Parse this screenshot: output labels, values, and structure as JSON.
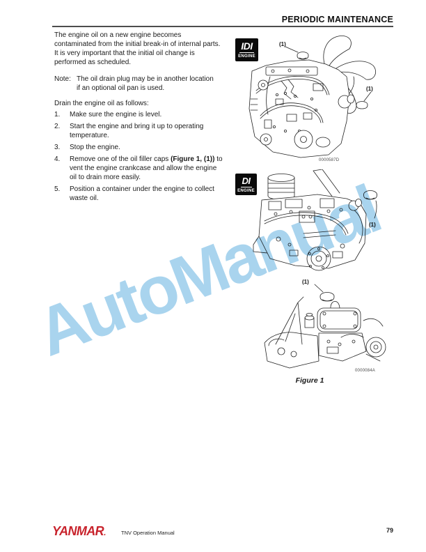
{
  "header": {
    "title": "PERIODIC MAINTENANCE"
  },
  "body": {
    "intro": "The engine oil on a new engine becomes contaminated from the initial break-in of internal parts. It is very important that the initial oil change is performed as scheduled.",
    "note_label": "Note:",
    "note_text": "The oil drain plug may be in another location if an optional oil pan is used.",
    "drain_intro": "Drain the engine oil as follows:",
    "steps": [
      {
        "num": "1.",
        "text": "Make sure the engine is level."
      },
      {
        "num": "2.",
        "text": "Start the engine and bring it up to operating temperature."
      },
      {
        "num": "3.",
        "text": "Stop the engine."
      },
      {
        "num": "4.",
        "pre": "Remove one of the oil filler caps ",
        "strong": "(Figure 1, (1))",
        "post": " to vent the engine crankcase and allow the engine oil to drain more easily."
      },
      {
        "num": "5.",
        "text": "Position a container under the engine to collect waste oil."
      }
    ]
  },
  "figures": {
    "idi_badge": {
      "line1": "IDI",
      "line2": "ENGINE"
    },
    "di_badge": {
      "line1": "DI",
      "line2": "ENGINE"
    },
    "callout": "(1)",
    "top_code": "0000587D",
    "bottom_code": "0000084A",
    "caption": "Figure 1"
  },
  "watermark": {
    "text": "AutoManual",
    "color": "#a9d4ee"
  },
  "footer": {
    "logo": "YANMAR",
    "logo_dot": ".",
    "logo_color": "#c8232c",
    "manual": "TNV Operation Manual",
    "page_number": "79"
  }
}
